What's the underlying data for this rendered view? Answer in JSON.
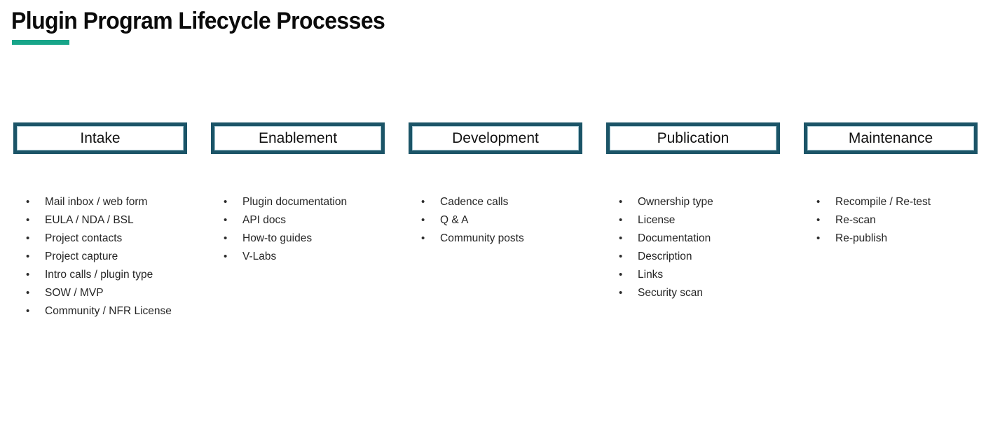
{
  "slide": {
    "title": "Plugin Program Lifecycle Processes",
    "accent_color": "#17a589",
    "box_border_color": "#1b5467",
    "text_color": "#262626",
    "bullet_glyph": "•"
  },
  "phases": [
    {
      "name": "Intake",
      "items": [
        "Mail inbox / web form",
        "EULA / NDA / BSL",
        "Project contacts",
        "Project capture",
        "Intro calls / plugin type",
        "SOW / MVP",
        "Community / NFR License"
      ]
    },
    {
      "name": "Enablement",
      "items": [
        "Plugin documentation",
        "API docs",
        "How-to guides",
        "V-Labs"
      ]
    },
    {
      "name": "Development",
      "items": [
        "Cadence calls",
        "Q & A",
        "Community posts"
      ]
    },
    {
      "name": "Publication",
      "items": [
        "Ownership type",
        "License",
        "Documentation",
        "Description",
        "Links",
        "Security scan"
      ]
    },
    {
      "name": "Maintenance",
      "items": [
        "Recompile / Re-test",
        "Re-scan",
        "Re-publish"
      ]
    }
  ]
}
